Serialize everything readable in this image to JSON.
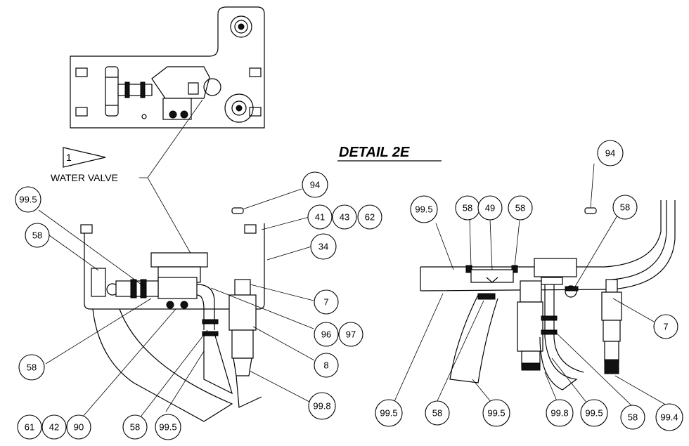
{
  "detail_title": "DETAIL 2E",
  "flag_number": "1",
  "water_valve_label": "WATER VALVE",
  "callouts": {
    "c_995_tl": "99.5",
    "c_58_l": "58",
    "c_94_l": "94",
    "c_41": "41",
    "c_43": "43",
    "c_62": "62",
    "c_34": "34",
    "c_7_l": "7",
    "c_96": "96",
    "c_97": "97",
    "c_8": "8",
    "c_58_bl": "58",
    "c_61": "61",
    "c_42": "42",
    "c_90": "90",
    "c_58_bm": "58",
    "c_995_bm": "99.5",
    "c_998_l": "99.8",
    "c_995_r1": "99.5",
    "c_58_r1": "58",
    "c_49": "49",
    "c_58_r2": "58",
    "c_94_r": "94",
    "c_58_r3": "58",
    "c_7_r": "7",
    "c_995_r_bl": "99.5",
    "c_58_r_b": "58",
    "c_995_r_b2": "99.5",
    "c_998_r": "99.8",
    "c_995_r_b3": "99.5",
    "c_58_r_b4": "58",
    "c_994": "99.4"
  }
}
